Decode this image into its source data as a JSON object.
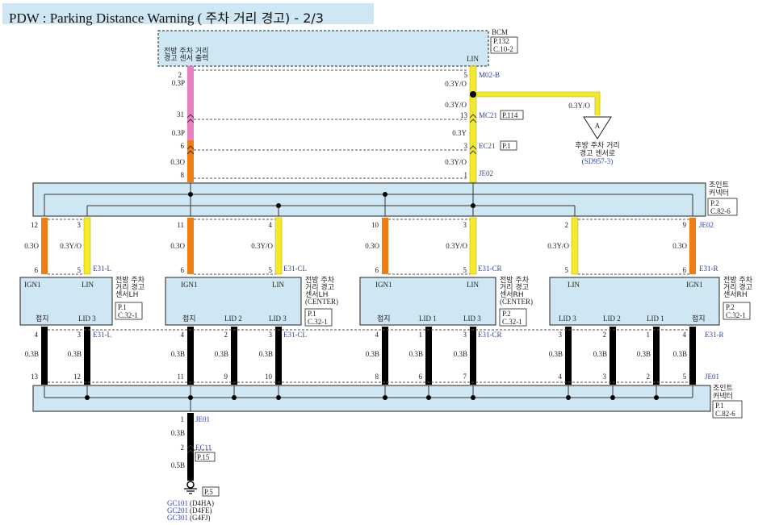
{
  "title": {
    "en": "PDW : Parking Distance Warning (",
    "ko": "주차 거리 경고) - 2/3"
  },
  "bcm": {
    "label": "BCM",
    "ref": [
      "P.132",
      "C.10-2"
    ],
    "desc1": "전방 주차 거리",
    "desc2": "경고 센서 출력",
    "lin": "LIN"
  },
  "top_wires": {
    "left": {
      "pins": [
        "2",
        "31",
        "6",
        "8"
      ],
      "specs": [
        "0.3P",
        "0.3P",
        "0.3O",
        "0.3O"
      ]
    },
    "right": {
      "pins": [
        "5",
        "13",
        "3",
        "1"
      ],
      "specs": [
        "0.3Y/O",
        "0.3Y/O",
        "0.3Y",
        "0.3Y/O"
      ]
    },
    "connectors": [
      {
        "name": "M02-B",
        "ref": ""
      },
      {
        "name": "MC21",
        "ref": "P.114"
      },
      {
        "name": "EC21",
        "ref": "P.1"
      },
      {
        "name": "JE02",
        "ref": ""
      }
    ],
    "branch_spec": "0.3Y/O"
  },
  "rear_sensor": {
    "letter": "A",
    "line1": "후방 주차 거리",
    "line2": "경고 센서로",
    "ref": "(SD957-3)"
  },
  "joint_top": {
    "label1": "조인트",
    "label2": "커넥터",
    "ref": [
      "P.2",
      "C.82-6"
    ],
    "connector": "JE02"
  },
  "sensors": [
    {
      "pins_top": [
        "12",
        "3"
      ],
      "pins_sensor": [
        "6",
        "5"
      ],
      "specs": [
        "0.3O",
        "0.3Y/O"
      ],
      "conn": "E31-L",
      "labels": [
        "IGN1",
        "LIN"
      ],
      "bottom_labels": [
        "접지",
        "LID 3"
      ],
      "name": [
        "전방 주차",
        "거리 경고",
        "센서LH"
      ],
      "ref": [
        "P.1",
        "C.32-1"
      ],
      "bottom_pins": [
        "4",
        "3"
      ],
      "bottom_specs": [
        "0.3B",
        "0.3B"
      ],
      "joint_pins": [
        "13",
        "12"
      ]
    },
    {
      "pins_top": [
        "11",
        "4"
      ],
      "pins_sensor": [
        "6",
        "5"
      ],
      "specs": [
        "0.3O",
        "0.3Y/O"
      ],
      "conn": "E31-CL",
      "labels": [
        "IGN1",
        "LIN"
      ],
      "bottom_labels": [
        "접지",
        "LID 2",
        "LID 3"
      ],
      "name": [
        "전방 주차",
        "거리 경고",
        "센서LH",
        "(CENTER)"
      ],
      "ref": [
        "P.1",
        "C.32-1"
      ],
      "bottom_pins": [
        "4",
        "2",
        "3"
      ],
      "bottom_specs": [
        "0.3B",
        "0.3B",
        "0.3B"
      ],
      "joint_pins": [
        "11",
        "9",
        "10"
      ]
    },
    {
      "pins_top": [
        "10",
        "3"
      ],
      "pins_sensor": [
        "6",
        "5"
      ],
      "specs": [
        "0.3O",
        "0.3Y/O"
      ],
      "conn": "E31-CR",
      "labels": [
        "IGN1",
        "LIN"
      ],
      "bottom_labels": [
        "접지",
        "LID 1",
        "LID 3"
      ],
      "name": [
        "전방 주차",
        "거리 경고",
        "센서RH",
        "(CENTER)"
      ],
      "ref": [
        "P.2",
        "C.32-1"
      ],
      "bottom_pins": [
        "4",
        "1",
        "3"
      ],
      "bottom_specs": [
        "0.3B",
        "0.3B",
        "0.3B"
      ],
      "joint_pins": [
        "8",
        "6",
        "7"
      ]
    },
    {
      "pins_top": [
        "2",
        "9"
      ],
      "pins_sensor": [
        "5",
        "6"
      ],
      "specs": [
        "0.3Y/O",
        "0.3O"
      ],
      "conn": "E31-R",
      "labels": [
        "LIN",
        "IGN1"
      ],
      "bottom_labels": [
        "LID 3",
        "LID 2",
        "LID 1",
        "접지"
      ],
      "name": [
        "전방 주차",
        "거리 경고",
        "센서RH"
      ],
      "ref": [
        "P.2",
        "C.32-1"
      ],
      "bottom_pins": [
        "3",
        "2",
        "1",
        "4"
      ],
      "bottom_specs": [
        "0.3B",
        "0.3B",
        "0.3B",
        "0.3B"
      ],
      "joint_pins": [
        "4",
        "3",
        "2",
        "5"
      ]
    }
  ],
  "joint_bottom": {
    "label1": "조인트",
    "label2": "커넥터",
    "ref": [
      "P.1",
      "C.82-6"
    ],
    "connector": "JE01"
  },
  "ground": {
    "pins": [
      "1",
      "2"
    ],
    "connectors": [
      {
        "name": "JE01",
        "ref": ""
      },
      {
        "name": "EC11",
        "ref": "P.15"
      }
    ],
    "specs": [
      "0.3B",
      "0.5B"
    ],
    "ref": "P.5",
    "points": [
      {
        "code": "GC101",
        "engine": "(D4HA)"
      },
      {
        "code": "GC201",
        "engine": "(D4FE)"
      },
      {
        "code": "GC301",
        "engine": "(G4FJ)"
      }
    ]
  },
  "colors": {
    "pink": "#e77fc0",
    "yellow": "#f2ea2a",
    "orange": "#f07c14",
    "black": "#000000",
    "box": "#cfe7f3",
    "blue_text": "#2d3fb4"
  }
}
